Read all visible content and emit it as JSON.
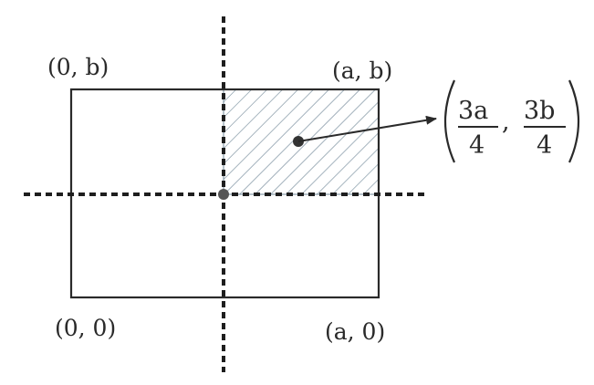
{
  "labels": {
    "top_left": "(0, b)",
    "top_right": "(a, b)",
    "bottom_left": "(0, 0)",
    "bottom_right": "(a, 0)"
  },
  "point_label": {
    "x_numerator": "3a",
    "x_denominator": "4",
    "separator": ",",
    "y_numerator": "3b",
    "y_denominator": "4"
  },
  "colors": {
    "outline": "#2a2a2a",
    "hatch": "#6e8596",
    "dashed_axis": "#1e1e1e"
  }
}
